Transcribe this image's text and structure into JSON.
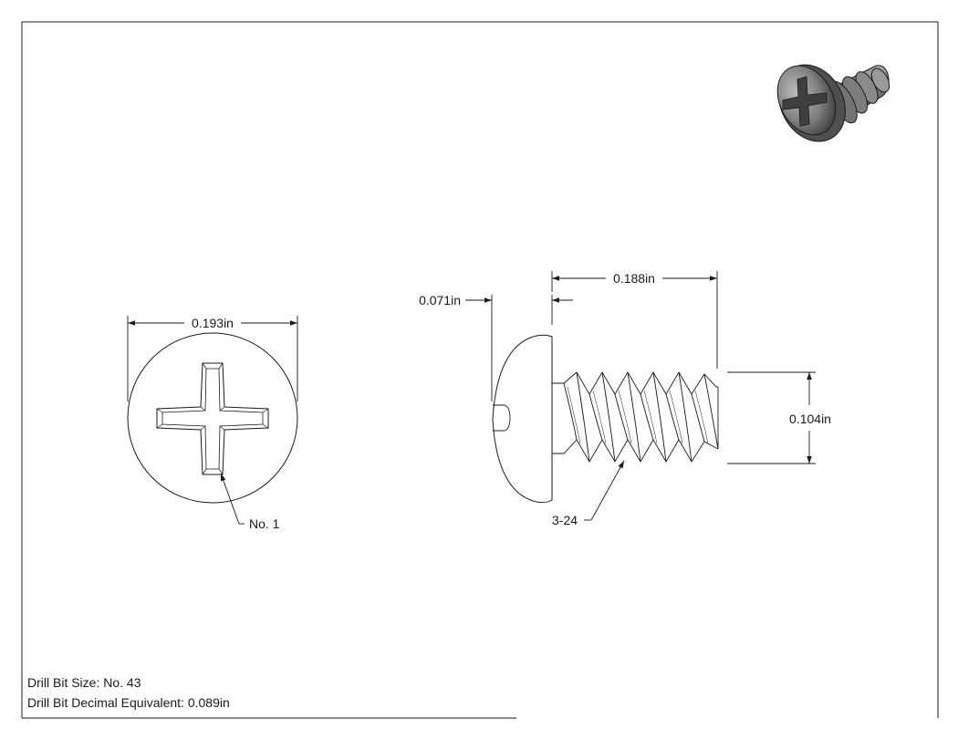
{
  "dimensions": {
    "head_diameter": "0.193in",
    "head_height": "0.071in",
    "screw_length": "0.188in",
    "thread_diameter": "0.104in",
    "thread_callout": "3-24",
    "drive_callout": "No. 1"
  },
  "notes": {
    "drill_bit_size": "Drill Bit Size: No. 43",
    "drill_bit_decimal": "Drill Bit Decimal Equivalent: 0.089in"
  },
  "colors": {
    "line": "#1a1a1a",
    "iso_body": "#7a7a7a"
  }
}
